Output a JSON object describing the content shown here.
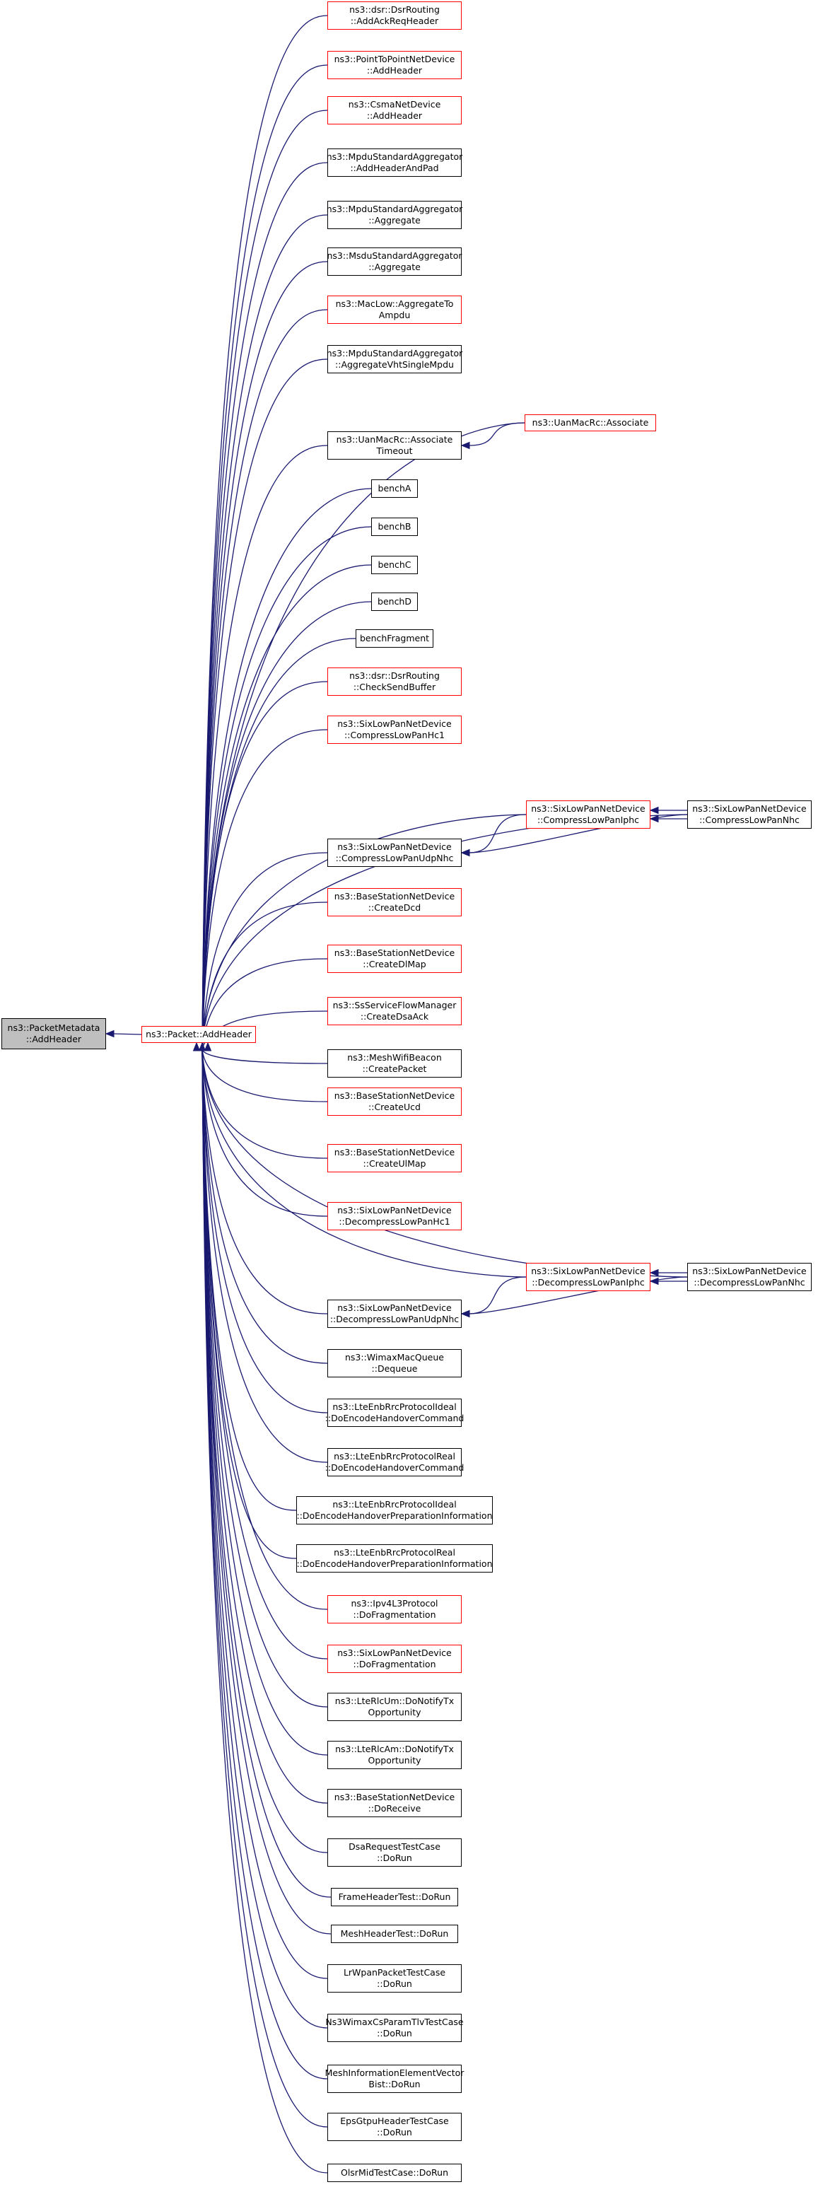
{
  "graph": {
    "nodes": [
      {
        "id": "root",
        "lines": [
          "ns3::PacketMetadata",
          "::AddHeader"
        ],
        "border": "black",
        "fill": "gray"
      },
      {
        "id": "addheader",
        "lines": [
          "ns3::Packet::AddHeader"
        ],
        "border": "red"
      },
      {
        "id": "c0",
        "lines": [
          "ns3::dsr::DsrRouting",
          "::AddAckReqHeader"
        ],
        "border": "red"
      },
      {
        "id": "c1",
        "lines": [
          "ns3::PointToPointNetDevice",
          "::AddHeader"
        ],
        "border": "red"
      },
      {
        "id": "c2",
        "lines": [
          "ns3::CsmaNetDevice",
          "::AddHeader"
        ],
        "border": "red"
      },
      {
        "id": "c3",
        "lines": [
          "ns3::MpduStandardAggregator",
          "::AddHeaderAndPad"
        ],
        "border": "black"
      },
      {
        "id": "c4",
        "lines": [
          "ns3::MpduStandardAggregator",
          "::Aggregate"
        ],
        "border": "black"
      },
      {
        "id": "c5",
        "lines": [
          "ns3::MsduStandardAggregator",
          "::Aggregate"
        ],
        "border": "black"
      },
      {
        "id": "c6",
        "lines": [
          "ns3::MacLow::AggregateTo",
          "Ampdu"
        ],
        "border": "red"
      },
      {
        "id": "c7",
        "lines": [
          "ns3::MpduStandardAggregator",
          "::AggregateVhtSingleMpdu"
        ],
        "border": "black"
      },
      {
        "id": "c8",
        "lines": [
          "ns3::UanMacRc::Associate",
          "Timeout"
        ],
        "border": "black"
      },
      {
        "id": "c9",
        "lines": [
          "benchA"
        ],
        "border": "black"
      },
      {
        "id": "c10",
        "lines": [
          "benchB"
        ],
        "border": "black"
      },
      {
        "id": "c11",
        "lines": [
          "benchC"
        ],
        "border": "black"
      },
      {
        "id": "c12",
        "lines": [
          "benchD"
        ],
        "border": "black"
      },
      {
        "id": "c13",
        "lines": [
          "benchFragment"
        ],
        "border": "black"
      },
      {
        "id": "c14",
        "lines": [
          "ns3::dsr::DsrRouting",
          "::CheckSendBuffer"
        ],
        "border": "red"
      },
      {
        "id": "c15",
        "lines": [
          "ns3::SixLowPanNetDevice",
          "::CompressLowPanHc1"
        ],
        "border": "red"
      },
      {
        "id": "c16",
        "lines": [
          "ns3::SixLowPanNetDevice",
          "::CompressLowPanUdpNhc"
        ],
        "border": "black"
      },
      {
        "id": "c17",
        "lines": [
          "ns3::BaseStationNetDevice",
          "::CreateDcd"
        ],
        "border": "red"
      },
      {
        "id": "c18",
        "lines": [
          "ns3::BaseStationNetDevice",
          "::CreateDlMap"
        ],
        "border": "red"
      },
      {
        "id": "c19",
        "lines": [
          "ns3::SsServiceFlowManager",
          "::CreateDsaAck"
        ],
        "border": "red"
      },
      {
        "id": "c20",
        "lines": [
          "ns3::MeshWifiBeacon",
          "::CreatePacket"
        ],
        "border": "black"
      },
      {
        "id": "c21",
        "lines": [
          "ns3::BaseStationNetDevice",
          "::CreateUcd"
        ],
        "border": "red"
      },
      {
        "id": "c22",
        "lines": [
          "ns3::BaseStationNetDevice",
          "::CreateUlMap"
        ],
        "border": "red"
      },
      {
        "id": "c23",
        "lines": [
          "ns3::SixLowPanNetDevice",
          "::DecompressLowPanHc1"
        ],
        "border": "red"
      },
      {
        "id": "c24",
        "lines": [
          "ns3::SixLowPanNetDevice",
          "::DecompressLowPanUdpNhc"
        ],
        "border": "black"
      },
      {
        "id": "c25",
        "lines": [
          "ns3::WimaxMacQueue",
          "::Dequeue"
        ],
        "border": "black"
      },
      {
        "id": "c26",
        "lines": [
          "ns3::LteEnbRrcProtocolIdeal",
          "::DoEncodeHandoverCommand"
        ],
        "border": "black"
      },
      {
        "id": "c27",
        "lines": [
          "ns3::LteEnbRrcProtocolReal",
          "::DoEncodeHandoverCommand"
        ],
        "border": "black"
      },
      {
        "id": "c28",
        "lines": [
          "ns3::LteEnbRrcProtocolIdeal",
          "::DoEncodeHandoverPreparationInformation"
        ],
        "border": "black"
      },
      {
        "id": "c29",
        "lines": [
          "ns3::LteEnbRrcProtocolReal",
          "::DoEncodeHandoverPreparationInformation"
        ],
        "border": "black"
      },
      {
        "id": "c30",
        "lines": [
          "ns3::Ipv4L3Protocol",
          "::DoFragmentation"
        ],
        "border": "red"
      },
      {
        "id": "c31",
        "lines": [
          "ns3::SixLowPanNetDevice",
          "::DoFragmentation"
        ],
        "border": "red"
      },
      {
        "id": "c32",
        "lines": [
          "ns3::LteRlcUm::DoNotifyTx",
          "Opportunity"
        ],
        "border": "black"
      },
      {
        "id": "c33",
        "lines": [
          "ns3::LteRlcAm::DoNotifyTx",
          "Opportunity"
        ],
        "border": "black"
      },
      {
        "id": "c34",
        "lines": [
          "ns3::BaseStationNetDevice",
          "::DoReceive"
        ],
        "border": "black"
      },
      {
        "id": "c35",
        "lines": [
          "DsaRequestTestCase",
          "::DoRun"
        ],
        "border": "black"
      },
      {
        "id": "c36",
        "lines": [
          "FrameHeaderTest::DoRun"
        ],
        "border": "black"
      },
      {
        "id": "c37",
        "lines": [
          "MeshHeaderTest::DoRun"
        ],
        "border": "black"
      },
      {
        "id": "c38",
        "lines": [
          "LrWpanPacketTestCase",
          "::DoRun"
        ],
        "border": "black"
      },
      {
        "id": "c39",
        "lines": [
          "Ns3WimaxCsParamTlvTestCase",
          "::DoRun"
        ],
        "border": "black"
      },
      {
        "id": "c40",
        "lines": [
          "MeshInformationElementVector",
          "Bist::DoRun"
        ],
        "border": "black"
      },
      {
        "id": "c41",
        "lines": [
          "EpsGtpuHeaderTestCase",
          "::DoRun"
        ],
        "border": "black"
      },
      {
        "id": "c42",
        "lines": [
          "OlsrMidTestCase::DoRun"
        ],
        "border": "black"
      },
      {
        "id": "u1",
        "lines": [
          "ns3::UanMacRc::Associate"
        ],
        "border": "red"
      },
      {
        "id": "cip",
        "lines": [
          "ns3::SixLowPanNetDevice",
          "::CompressLowPanIphc"
        ],
        "border": "red"
      },
      {
        "id": "cnhc",
        "lines": [
          "ns3::SixLowPanNetDevice",
          "::CompressLowPanNhc"
        ],
        "border": "black"
      },
      {
        "id": "dip",
        "lines": [
          "ns3::SixLowPanNetDevice",
          "::DecompressLowPanIphc"
        ],
        "border": "red"
      },
      {
        "id": "dnhc",
        "lines": [
          "ns3::SixLowPanNetDevice",
          "::DecompressLowPanNhc"
        ],
        "border": "black"
      }
    ],
    "edges": [
      [
        "root",
        "addheader"
      ],
      [
        "addheader",
        "c0"
      ],
      [
        "addheader",
        "c1"
      ],
      [
        "addheader",
        "c2"
      ],
      [
        "addheader",
        "c3"
      ],
      [
        "addheader",
        "c4"
      ],
      [
        "addheader",
        "c5"
      ],
      [
        "addheader",
        "c6"
      ],
      [
        "addheader",
        "c7"
      ],
      [
        "addheader",
        "c8"
      ],
      [
        "addheader",
        "c9"
      ],
      [
        "addheader",
        "c10"
      ],
      [
        "addheader",
        "c11"
      ],
      [
        "addheader",
        "c12"
      ],
      [
        "addheader",
        "c13"
      ],
      [
        "addheader",
        "c14"
      ],
      [
        "addheader",
        "c15"
      ],
      [
        "addheader",
        "c16"
      ],
      [
        "addheader",
        "c17"
      ],
      [
        "addheader",
        "c18"
      ],
      [
        "addheader",
        "c19"
      ],
      [
        "addheader",
        "c20"
      ],
      [
        "addheader",
        "c21"
      ],
      [
        "addheader",
        "c22"
      ],
      [
        "addheader",
        "c23"
      ],
      [
        "addheader",
        "c24"
      ],
      [
        "addheader",
        "c25"
      ],
      [
        "addheader",
        "c26"
      ],
      [
        "addheader",
        "c27"
      ],
      [
        "addheader",
        "c28"
      ],
      [
        "addheader",
        "c29"
      ],
      [
        "addheader",
        "c30"
      ],
      [
        "addheader",
        "c31"
      ],
      [
        "addheader",
        "c32"
      ],
      [
        "addheader",
        "c33"
      ],
      [
        "addheader",
        "c34"
      ],
      [
        "addheader",
        "c35"
      ],
      [
        "addheader",
        "c36"
      ],
      [
        "addheader",
        "c37"
      ],
      [
        "addheader",
        "c38"
      ],
      [
        "addheader",
        "c39"
      ],
      [
        "addheader",
        "c40"
      ],
      [
        "addheader",
        "c41"
      ],
      [
        "addheader",
        "c42"
      ],
      [
        "addheader",
        "u1"
      ],
      [
        "addheader",
        "cip"
      ],
      [
        "addheader",
        "cnhc"
      ],
      [
        "addheader",
        "dip"
      ],
      [
        "addheader",
        "dnhc"
      ],
      [
        "c8",
        "u1"
      ],
      [
        "c16",
        "cip"
      ],
      [
        "c16",
        "cnhc"
      ],
      [
        "cip",
        "cnhc"
      ],
      [
        "cnhc",
        "cip"
      ],
      [
        "c24",
        "dip"
      ],
      [
        "c24",
        "dnhc"
      ],
      [
        "dip",
        "dnhc"
      ],
      [
        "dnhc",
        "dip"
      ]
    ]
  }
}
